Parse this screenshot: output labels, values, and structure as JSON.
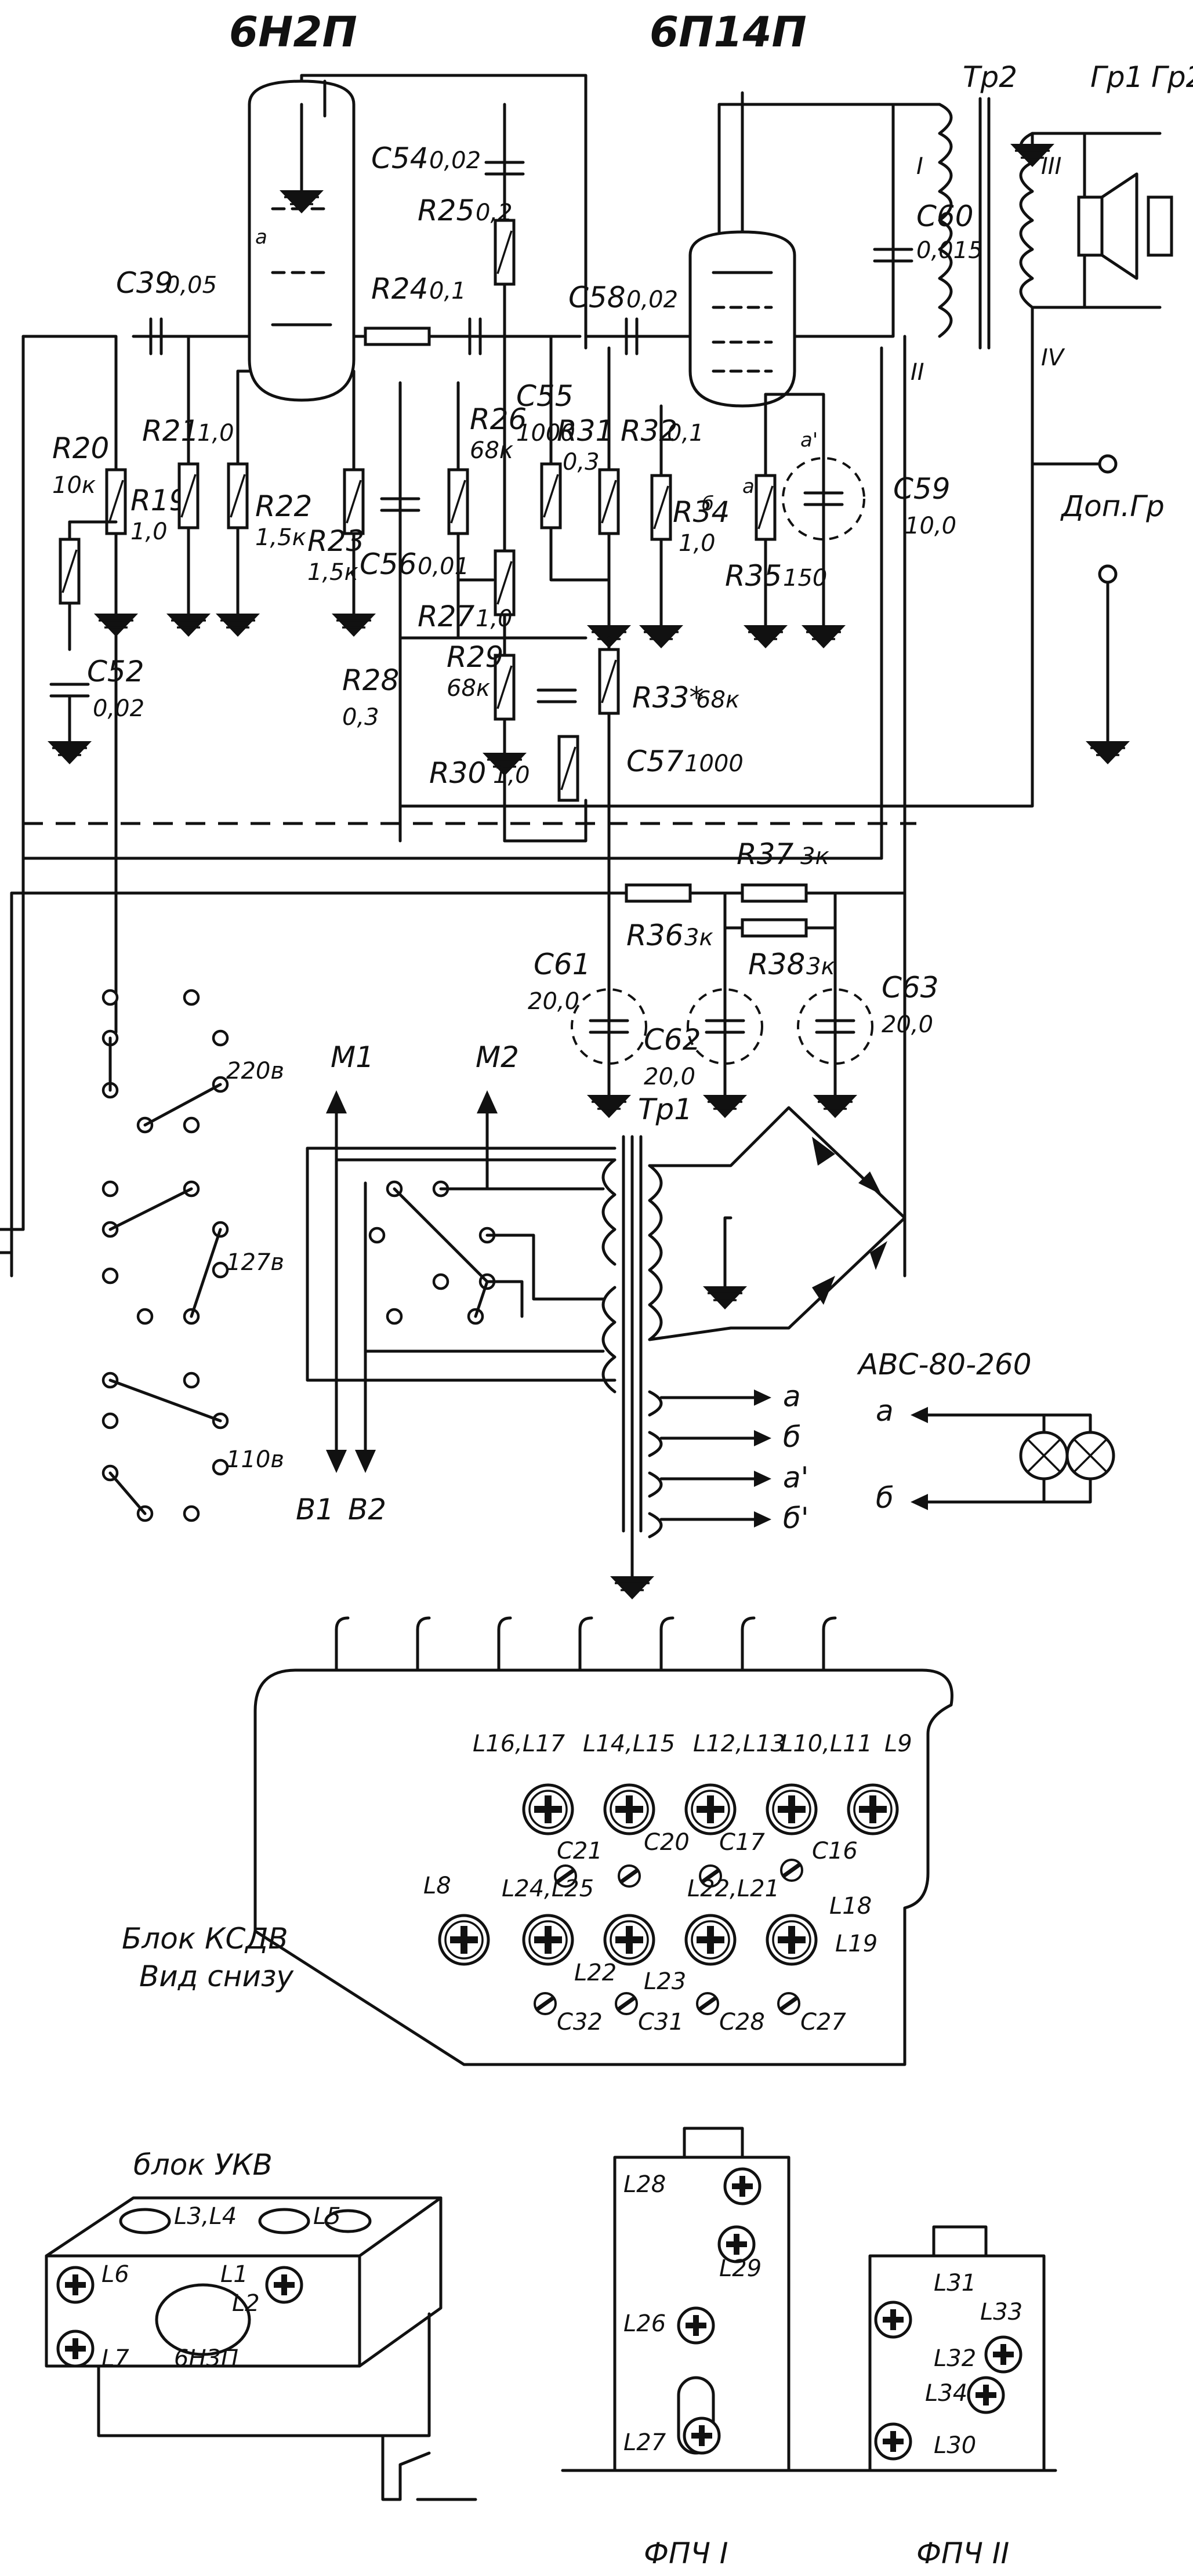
{
  "tubes": {
    "left": "6Н2П",
    "right": "6П14П",
    "ukv": "6Н3П"
  },
  "resistors": {
    "r19": "R19",
    "r19_val": "1,0",
    "r20": "R20",
    "r20_val": "10к",
    "r21": "R21",
    "r21_val": "1,0",
    "r22": "R22",
    "r22_val": "1,5к",
    "r23": "R23",
    "r23_val": "1,5к",
    "r24": "R24",
    "r24_val": "0,1",
    "r25": "R25",
    "r25_val": "0,2",
    "r26": "R26",
    "r26_val": "68к",
    "r27": "R27",
    "r27_val": "1,0",
    "r28": "R28",
    "r28_val": "0,3",
    "r29": "R29",
    "r29_val": "68к",
    "r30": "R30",
    "r30_val": "1,0",
    "r31": "R31",
    "r31_val": "0,3",
    "r32": "R32",
    "r32_val": "0,1",
    "r33": "R33*",
    "r33_val": "68к",
    "r34": "R34",
    "r34_val": "1,0",
    "r35": "R35",
    "r35_val": "150",
    "r36": "R36",
    "r36_val": "3к",
    "r37": "R37",
    "r37_val": "3к",
    "r38": "R38",
    "r38_val": "3к"
  },
  "capacitors": {
    "c39": "C39",
    "c39_val": "0,05",
    "c52": "C52",
    "c52_val": "0,02",
    "c54": "C54",
    "c54_val": "0,02",
    "c55": "C55",
    "c55_val": "1000",
    "c56": "C56",
    "c56_val": "0,01",
    "c57": "C57",
    "c57_val": "1000",
    "c58": "C58",
    "c58_val": "0,02",
    "c59": "C59",
    "c59_val": "10,0",
    "c60": "C60",
    "c60_val": "0,015",
    "c61": "C61",
    "c61_val": "20,0",
    "c62": "C62",
    "c62_val": "20,0",
    "c63": "C63",
    "c63_val": "20,0"
  },
  "labels": {
    "tr1": "Тр1",
    "tr2": "Тр2",
    "gr1": "Гр1",
    "gr2": "Гр2",
    "dop_gr": "Доп.Гр",
    "rectifier": "АВС-80-260",
    "m1": "M1",
    "m2": "M2",
    "b1": "B1",
    "b2": "B2",
    "v220": "220в",
    "v127": "127в",
    "v110": "110в",
    "a": "а",
    "b": "б",
    "a1": "а'",
    "b1p": "б'",
    "tr2_I": "I",
    "tr2_II": "II",
    "tr2_III": "III",
    "tr2_IV": "IV"
  },
  "ksdv": {
    "title": "Блок КСДВ",
    "subtitle": "Вид снизу",
    "coils_top": [
      "L16,L17",
      "L14,L15",
      "L12,L13",
      "L10,L11",
      "L9"
    ],
    "coils_bottom": [
      "L8",
      "L24,L25",
      "L22,L21",
      "L18",
      "L19"
    ],
    "caps_mid": [
      "C21",
      "C20",
      "C17",
      "C16"
    ],
    "caps_bottom": [
      "C32",
      "C31",
      "C28",
      "C27"
    ],
    "lower_labels": [
      "L22",
      "L23"
    ]
  },
  "ukv": {
    "title": "блок УКВ",
    "coils": [
      "L3,L4",
      "L5",
      "L6",
      "L1",
      "L2",
      "L7"
    ]
  },
  "fpch1": {
    "title": "ФПЧ I",
    "coils": [
      "L28",
      "L29",
      "L26",
      "L27"
    ]
  },
  "fpch2": {
    "title": "ФПЧ II",
    "coils": [
      "L31",
      "L33",
      "L32",
      "L34",
      "L30"
    ]
  }
}
